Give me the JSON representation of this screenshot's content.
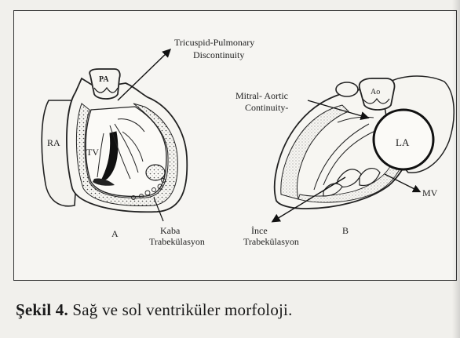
{
  "figure": {
    "labels": {
      "tricuspid_pulmonary": [
        "Tricuspid-Pulmonary",
        "Discontinuity"
      ],
      "mitral_aortic": [
        "Mitral- Aortic",
        "Continuity-"
      ],
      "pa": "PA",
      "ao": "Ao",
      "ra": "RA",
      "tv": "TV",
      "la": "LA",
      "mv": "MV",
      "panel_a": "A",
      "panel_b": "B",
      "kaba": [
        "Kaba",
        "Trabekülasyon"
      ],
      "ince": [
        "İnce",
        "Trabekülasyon"
      ]
    }
  },
  "caption": {
    "number": "Şekil 4.",
    "text": " Sağ ve sol ventriküler morfoloji."
  }
}
